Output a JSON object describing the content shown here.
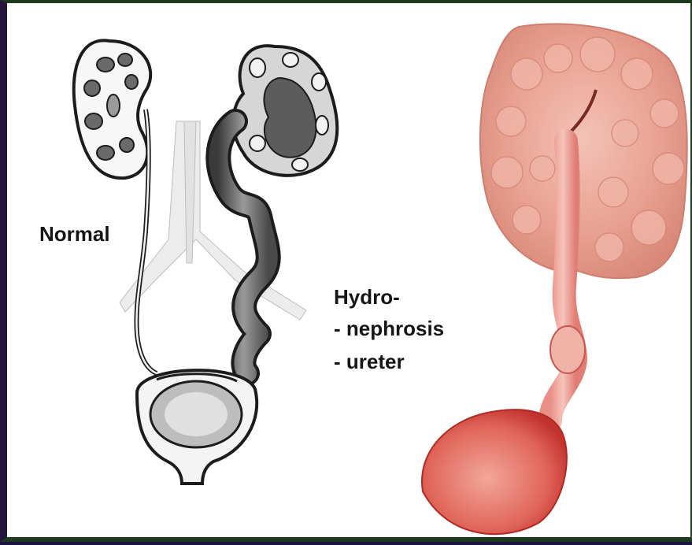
{
  "labels": {
    "normal": "Normal",
    "hydro": "Hydro-",
    "nephrosis": "- nephrosis",
    "ureter": "- ureter"
  },
  "colors": {
    "frame": "#1b1440",
    "ink": "#161616",
    "tissue": "#e89a92",
    "tissue_dark": "#c6443f"
  }
}
